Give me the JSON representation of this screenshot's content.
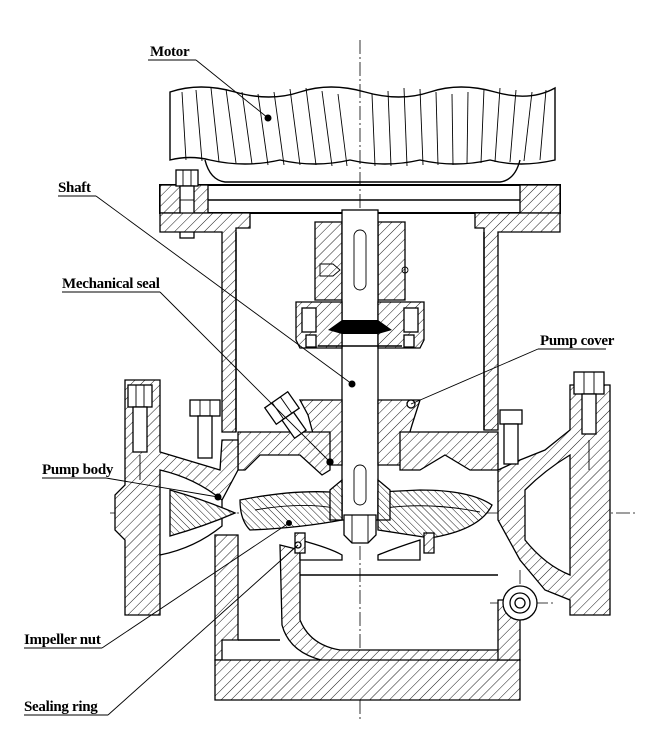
{
  "labels": {
    "motor": "Motor",
    "shaft": "Shaft",
    "mechanical_seal": "Mechanical seal",
    "pump_cover": "Pump cover",
    "pump_body": "Pump body",
    "impeller_nut": "Impeller nut",
    "sealing_ring": "Sealing ring"
  },
  "colors": {
    "ink": "#000000",
    "background": "#ffffff"
  }
}
